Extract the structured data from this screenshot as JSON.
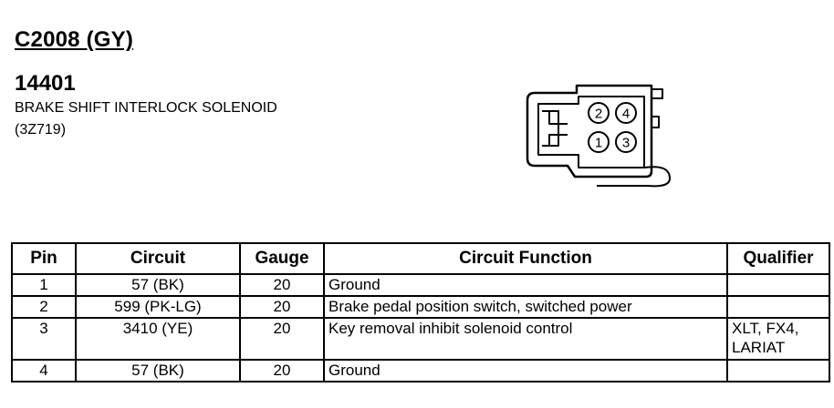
{
  "header": {
    "connector_id": "C2008 (GY)",
    "part_number": "14401",
    "part_name": "BRAKE SHIFT INTERLOCK SOLENOID",
    "part_code": "(3Z719)"
  },
  "diagram": {
    "pins": [
      "2",
      "4",
      "1",
      "3"
    ]
  },
  "table": {
    "headers": [
      "Pin",
      "Circuit",
      "Gauge",
      "Circuit Function",
      "Qualifier"
    ],
    "rows": [
      {
        "pin": "1",
        "circuit": "57 (BK)",
        "gauge": "20",
        "function": "Ground",
        "qualifier": ""
      },
      {
        "pin": "2",
        "circuit": "599 (PK-LG)",
        "gauge": "20",
        "function": "Brake pedal position switch, switched power",
        "qualifier": ""
      },
      {
        "pin": "3",
        "circuit": "3410 (YE)",
        "gauge": "20",
        "function": "Key removal inhibit solenoid control",
        "qualifier": "XLT, FX4, LARIAT"
      },
      {
        "pin": "4",
        "circuit": "57 (BK)",
        "gauge": "20",
        "function": "Ground",
        "qualifier": ""
      }
    ]
  }
}
